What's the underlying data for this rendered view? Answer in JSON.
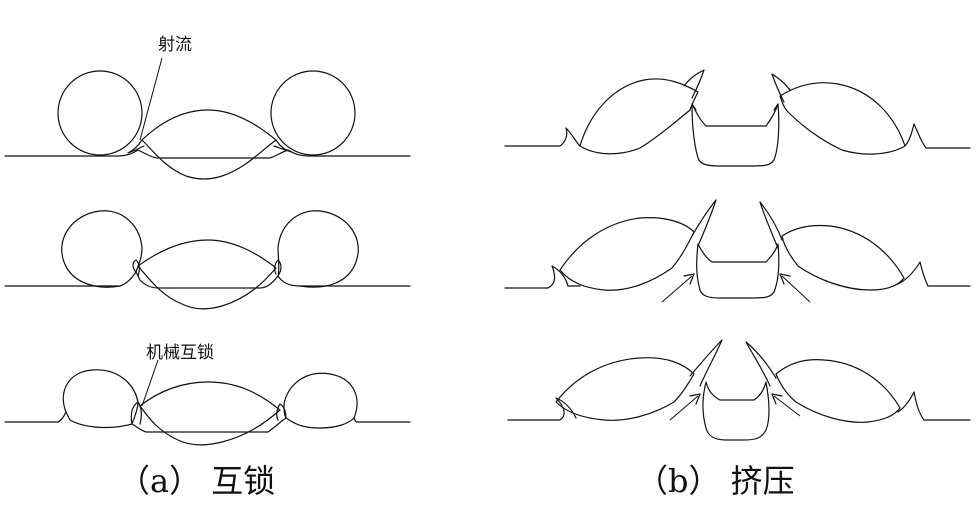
{
  "figure": {
    "panel_a": {
      "caption": "（a） 互锁",
      "annotations": {
        "jet": "射流",
        "mechanical_interlock": "机械互锁"
      }
    },
    "panel_b": {
      "caption": "（b） 挤压"
    }
  },
  "colors": {
    "stroke": "#111111",
    "background": "#ffffff"
  }
}
